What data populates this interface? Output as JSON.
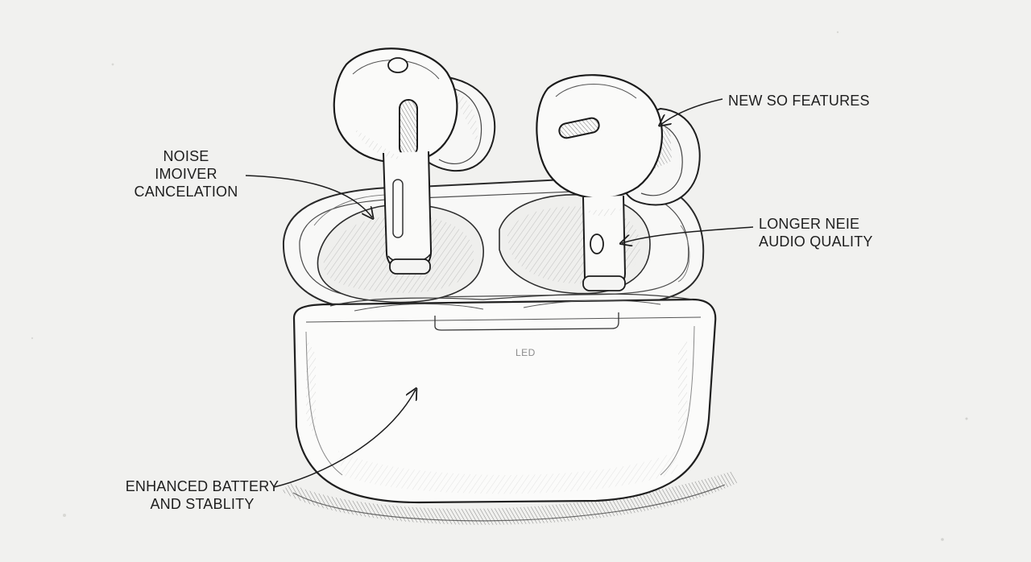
{
  "callouts": {
    "noise": {
      "line1": "NOISE",
      "line2": "IMOIVER",
      "line3": "CANCELATION"
    },
    "new": {
      "line1": "NEW SO FEATURES"
    },
    "longer": {
      "line1": "LONGER NEIE",
      "line2": "AUDIO QUALITY"
    },
    "battery": {
      "line1": "ENHANCED BATTERY",
      "line2": "AND STABLITY"
    }
  },
  "case_label": "LED"
}
